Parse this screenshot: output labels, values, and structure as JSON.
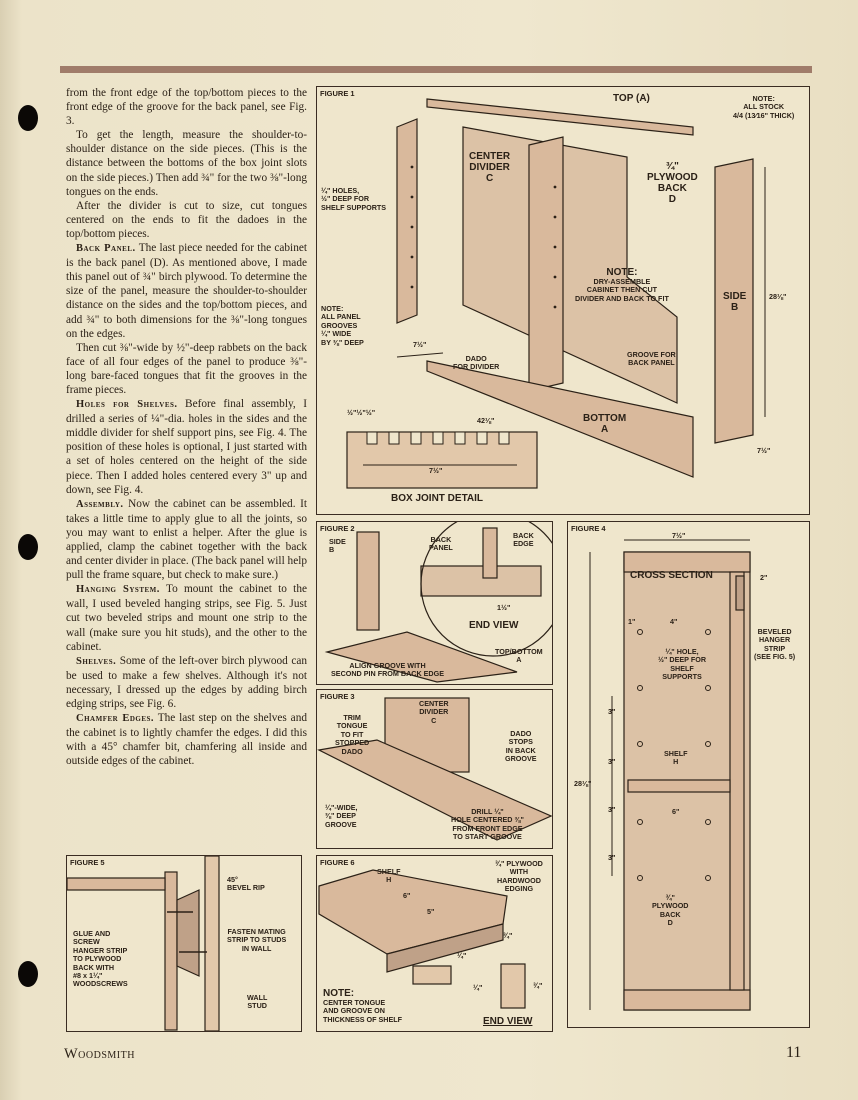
{
  "body_text": {
    "p1": "from the front edge of the top/bottom pieces to the front edge of the groove for the back panel, see Fig. 3.",
    "p2": "To get the length, measure the shoulder-to-shoulder distance on the side pieces. (This is the distance between the bottoms of the box joint slots on the side pieces.) Then add ¾\" for the two ⅜\"-long tongues on the ends.",
    "p3": "After the divider is cut to size, cut tongues centered on the ends to fit the dadoes in the top/bottom pieces.",
    "h_back": "Back Panel.",
    "p4": " The last piece needed for the cabinet is the back panel (D). As mentioned above, I made this panel out of ¾\" birch plywood. To determine the size of the panel, measure the shoulder-to-shoulder distance on the sides and the top/bottom pieces, and add ¾\" to both dimensions for the ⅜\"-long tongues on the edges.",
    "p5": "Then cut ⅜\"-wide by ½\"-deep rabbets on the back face of all four edges of the panel to produce ⅜\"-long bare-faced tongues that fit the grooves in the frame pieces.",
    "h_holes": "Holes for Shelves.",
    "p6": " Before final assembly, I drilled a series of ¼\"-dia. holes in the sides and the middle divider for shelf support pins, see Fig. 4. The position of these holes is optional, I just started with a set of holes centered on the height of the side piece. Then I added holes centered every 3\" up and down, see Fig. 4.",
    "h_assembly": "Assembly.",
    "p7": " Now the cabinet can be assembled. It takes a little time to apply glue to all the joints, so you may want to enlist a helper. After the glue is applied, clamp the cabinet together with the back and center divider in place. (The back panel will help pull the frame square, but check to make sure.)",
    "h_hanging": "Hanging System.",
    "p8": " To mount the cabinet to the wall, I used beveled hanging strips, see Fig. 5. Just cut two beveled strips and mount one strip to the wall (make sure you hit studs), and the other to the cabinet.",
    "h_shelves": "Shelves.",
    "p9": " Some of the left-over birch plywood can be used to make a few shelves. Although it's not necessary, I dressed up the edges by adding birch edging strips, see Fig. 6.",
    "h_chamfer": "Chamfer Edges.",
    "p10": " The last step on the shelves and the cabinet is to lightly chamfer the edges. I did this with a 45° chamfer bit, chamfering all inside and outside edges of the cabinet."
  },
  "fig1": {
    "label": "FIGURE 1",
    "top": "TOP",
    "top_id": "A",
    "note_stock_title": "NOTE:",
    "note_stock": [
      "ALL STOCK",
      "4/4 (13⁄16\" THICK)"
    ],
    "center_divider": [
      "CENTER",
      "DIVIDER"
    ],
    "center_id": "C",
    "plywood_back": [
      "¾\"",
      "PLYWOOD",
      "BACK"
    ],
    "back_id": "D",
    "holes": [
      "¼\" HOLES,",
      "½\" DEEP FOR",
      "SHELF SUPPORTS"
    ],
    "note_dry_title": "NOTE:",
    "note_dry": [
      "DRY-ASSEMBLE",
      "CABINET THEN CUT",
      "DIVIDER AND BACK TO FIT"
    ],
    "side": "SIDE",
    "side_id": "B",
    "side_height": "28⅛\"",
    "note_grooves_title": "NOTE:",
    "note_grooves": [
      "ALL PANEL",
      "GROOVES",
      "¼\" WIDE",
      "BY ⅜\" DEEP"
    ],
    "depth": "7½\"",
    "dado": [
      "DADO",
      "FOR DIVIDER"
    ],
    "groove_back": [
      "GROOVE FOR",
      "BACK PANEL"
    ],
    "bottom": "BOTTOM",
    "bottom_id": "A",
    "width": "42⅛\"",
    "pin_spacing": "½\"½\"½\"",
    "depth2": "7½\"",
    "side_depth": "7½\"",
    "box_joint": "BOX JOINT DETAIL"
  },
  "fig2": {
    "label": "FIGURE 2",
    "side": "SIDE",
    "side_id": "B",
    "back_panel": [
      "BACK",
      "PANEL"
    ],
    "back_edge": [
      "BACK",
      "EDGE"
    ],
    "dim": "1½\"",
    "end_view": "END VIEW",
    "top_bottom": "TOP/BOTTOM",
    "top_bottom_id": "A",
    "align": [
      "ALIGN GROOVE WITH",
      "SECOND PIN FROM BACK EDGE"
    ]
  },
  "fig3": {
    "label": "FIGURE 3",
    "center_divider": [
      "CENTER",
      "DIVIDER"
    ],
    "center_id": "C",
    "trim": [
      "TRIM",
      "TONGUE",
      "TO FIT",
      "STOPPED",
      "DADO"
    ],
    "dado_stops": [
      "DADO",
      "STOPS",
      "IN BACK",
      "GROOVE"
    ],
    "groove": [
      "¼\"-WIDE,",
      "⅜\" DEEP",
      "GROOVE"
    ],
    "drill": [
      "DRILL ¼\"",
      "HOLE CENTERED ⅜\"",
      "FROM FRONT EDGE",
      "TO START GROOVE"
    ]
  },
  "fig4": {
    "label": "FIGURE 4",
    "width": "7½\"",
    "cross_section": "CROSS SECTION",
    "top_dim": "2\"",
    "dim1": "1\"",
    "dim4": "4\"",
    "hanger": [
      "BEVELED",
      "HANGER",
      "STRIP",
      "(SEE FIG. 5)"
    ],
    "hole": [
      "¼\" HOLE,",
      "½\" DEEP FOR",
      "SHELF",
      "SUPPORTS"
    ],
    "spacing": "3\"",
    "shelf": "SHELF",
    "shelf_id": "H",
    "height": "28⅛\"",
    "shelf_width": "6\"",
    "back": [
      "¾\"",
      "PLYWOOD",
      "BACK"
    ],
    "back_id": "D"
  },
  "fig5": {
    "label": "FIGURE 5",
    "bevel": [
      "45°",
      "BEVEL RIP"
    ],
    "glue": [
      "GLUE AND",
      "SCREW",
      "HANGER STRIP",
      "TO PLYWOOD",
      "BACK WITH",
      "#8 x 1¼\"",
      "WOODSCREWS"
    ],
    "fasten": [
      "FASTEN MATING",
      "STRIP TO STUDS",
      "IN WALL"
    ],
    "stud": [
      "WALL",
      "STUD"
    ]
  },
  "fig6": {
    "label": "FIGURE 6",
    "shelf": "SHELF",
    "shelf_id": "H",
    "plywood": [
      "¾\" PLYWOOD",
      "WITH",
      "HARDWOOD",
      "EDGING"
    ],
    "d6": "6\"",
    "d5": "5\"",
    "d34": "¾\"",
    "d14": "¼\"",
    "d14b": "¼\"",
    "d34b": "¾\"",
    "note_title": "NOTE:",
    "note": [
      "CENTER TONGUE",
      "AND GROOVE ON",
      "THICKNESS OF SHELF"
    ],
    "end_view": "END VIEW"
  },
  "footer": {
    "magazine": "Woodsmith",
    "page": "11"
  }
}
